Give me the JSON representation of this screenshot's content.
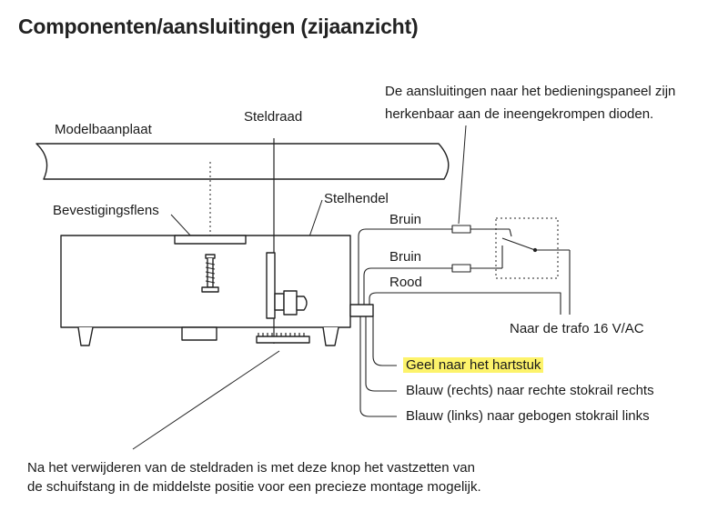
{
  "title": "Componenten/aansluitingen (zijaanzicht)",
  "labels": {
    "modelbaanplaat": "Modelbaanplaat",
    "steldraad": "Steldraad",
    "stelhendel": "Stelhendel",
    "bevestigingsflens": "Bevestigingsflens",
    "bruin_1": "Bruin",
    "bruin_2": "Bruin",
    "rood": "Rood",
    "trafo": "Naar de trafo 16 V/AC",
    "geel": "Geel naar het hartstuk",
    "blauw_rechts": "Blauw (rechts) naar rechte stokrail rechts",
    "blauw_links": "Blauw (links) naar gebogen stokrail links"
  },
  "diode_note": {
    "line1": "De aansluitingen naar het bedieningspaneel zijn",
    "line2": "herkenbaar aan de ineengekrompen dioden."
  },
  "knob_note": {
    "line1": "Na het verwijderen van de steldraden is met deze knop het vastzetten van",
    "line2": "de schuifstang in de middelste positie voor een precieze montage mogelijk."
  },
  "colors": {
    "highlight": "#fdf36b",
    "line": "#222222"
  }
}
